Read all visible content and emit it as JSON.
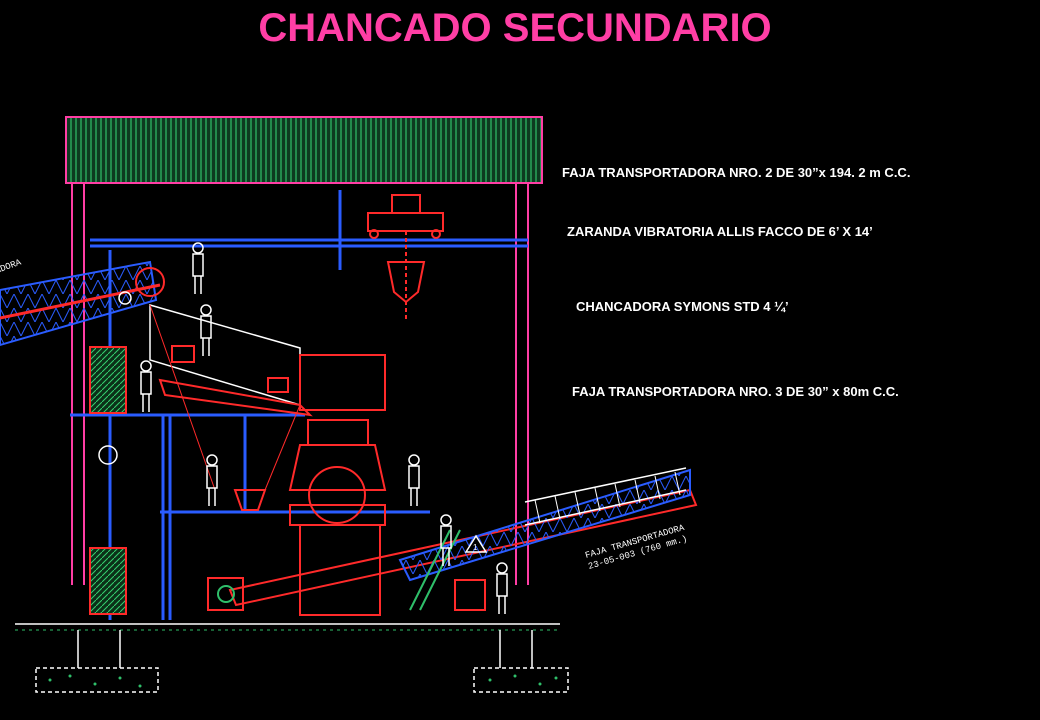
{
  "title": "CHANCADO SECUNDARIO",
  "labels": {
    "faja_2": "FAJA TRANSPORTADORA NRO. 2 DE 30”x 194. 2 m C.C.",
    "zaranda": "ZARANDA VIBRATORIA ALLIS FACCO DE 6’ X 14’",
    "chancadora": "CHANCADORA SYMONS STD 4 ¼’",
    "faja_3": "FAJA TRANSPORTADORA NRO. 3  DE 30” x 80m C.C."
  },
  "drawing_text": {
    "conveyor_left": "ADORA",
    "conveyor_right_line1": "FAJA TRANSPORTADORA",
    "conveyor_right_line2": "23-05-003 (760 mm.)",
    "marker": "1"
  },
  "colors": {
    "title": "#ff3ea5",
    "structure": "#2060ff",
    "roof": "#1fa85a",
    "equipment": "#ff2a2a",
    "figures": "#ffffff",
    "text": "#ffffff"
  }
}
